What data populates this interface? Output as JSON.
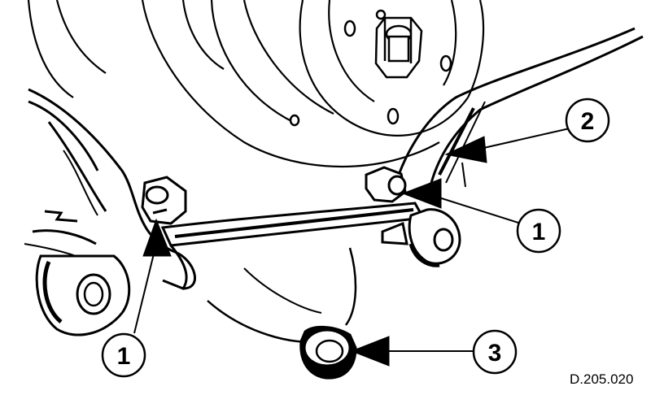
{
  "figure": {
    "reference_code": "D.205.020",
    "callouts": [
      {
        "id": "callout-1-left",
        "label": "1"
      },
      {
        "id": "callout-1-right",
        "label": "1"
      },
      {
        "id": "callout-2",
        "label": "2"
      },
      {
        "id": "callout-3",
        "label": "3"
      }
    ],
    "colors": {
      "ink": "#000000",
      "paper": "#ffffff"
    }
  }
}
